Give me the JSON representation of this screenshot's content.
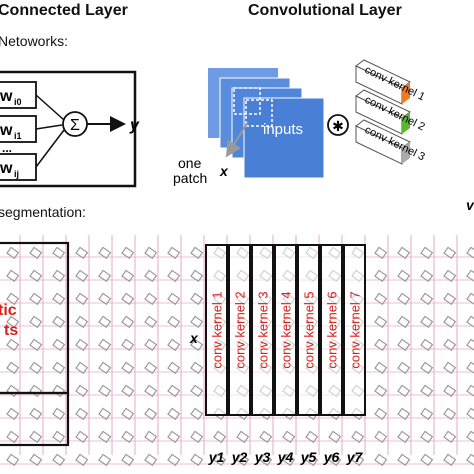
{
  "titles": {
    "left": "Connected Layer",
    "right": "Convolutional Layer"
  },
  "subtitles": {
    "networks": "Netoworks:",
    "segmentation": "segmentation:"
  },
  "fc": {
    "weights": [
      "w",
      "w",
      "w"
    ],
    "weight_subs": [
      "i0",
      "i1",
      "ij"
    ],
    "dots": "...",
    "sum_symbol": "Σ",
    "output": "y"
  },
  "conv": {
    "inputs_label": "inputs",
    "one_label": "one",
    "patch_label": "patch",
    "x_label": "x",
    "operator": "✱",
    "kernels": [
      "conv kernel 1",
      "conv kernel 2",
      "conv kernel 3"
    ],
    "kernel_colors": [
      "#f07a22",
      "#5ab82e",
      "#aaaaaa"
    ],
    "right_edge_y": "y"
  },
  "segmentation": {
    "left_red_text": [
      "tic",
      "ts"
    ],
    "x_label": "x",
    "kernels": [
      "conv kernel 1",
      "conv kernel 2",
      "conv kernel 3",
      "conv kernel 4",
      "conv kernel 5",
      "conv kernel 6",
      "conv kernel 7"
    ],
    "outputs": [
      "y1",
      "y2",
      "y3",
      "y4",
      "y5",
      "y6",
      "y7"
    ]
  },
  "colors": {
    "input_blue": "#4a7fd6",
    "kernel_red": "#d8201c",
    "grid_pink": "#e9a9c6"
  }
}
